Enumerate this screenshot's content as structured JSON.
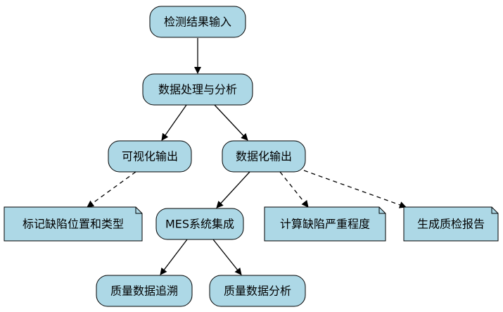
{
  "diagram": {
    "style": {
      "node_fill": "#add8e6",
      "stroke": "#000000",
      "background": "#ffffff"
    },
    "nodes": {
      "input": {
        "label": "检测结果输入",
        "shape": "rounded-rect"
      },
      "process": {
        "label": "数据处理与分析",
        "shape": "rounded-rect"
      },
      "visual": {
        "label": "可视化输出",
        "shape": "rounded-rect"
      },
      "data_output": {
        "label": "数据化输出",
        "shape": "rounded-rect"
      },
      "mark_defect": {
        "label": "标记缺陷位置和类型",
        "shape": "note"
      },
      "mes": {
        "label": "MES系统集成",
        "shape": "rounded-rect"
      },
      "severity": {
        "label": "计算缺陷严重程度",
        "shape": "note"
      },
      "report": {
        "label": "生成质检报告",
        "shape": "note"
      },
      "trace": {
        "label": "质量数据追溯",
        "shape": "rounded-rect"
      },
      "analysis": {
        "label": "质量数据分析",
        "shape": "rounded-rect"
      }
    },
    "edges": [
      {
        "from": "input",
        "to": "process",
        "style": "solid"
      },
      {
        "from": "process",
        "to": "visual",
        "style": "solid"
      },
      {
        "from": "process",
        "to": "data_output",
        "style": "solid"
      },
      {
        "from": "visual",
        "to": "mark_defect",
        "style": "dashed"
      },
      {
        "from": "data_output",
        "to": "mes",
        "style": "solid"
      },
      {
        "from": "data_output",
        "to": "severity",
        "style": "dashed"
      },
      {
        "from": "data_output",
        "to": "report",
        "style": "dashed"
      },
      {
        "from": "mes",
        "to": "trace",
        "style": "solid"
      },
      {
        "from": "mes",
        "to": "analysis",
        "style": "solid"
      }
    ]
  }
}
